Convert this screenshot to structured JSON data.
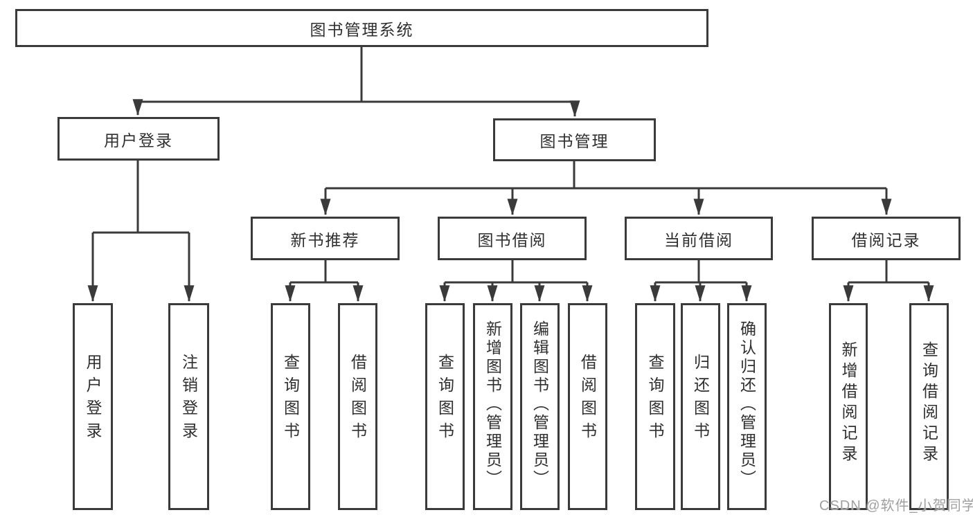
{
  "meta": {
    "diagram_type": "hierarchy-tree",
    "watermark": "CSDN @软件_小贺同学"
  },
  "colors": {
    "line": "#3a3a3a",
    "text": "#2f2f2f",
    "watermark": "#a0a0a0",
    "background": "#ffffff"
  },
  "tree": {
    "root": "图书管理系统",
    "branches": [
      {
        "label": "用户登录",
        "children": [
          "用户登录",
          "注销登录"
        ]
      },
      {
        "label": "图书管理",
        "sections": [
          {
            "label": "新书推荐",
            "children": [
              "查询图书",
              "借阅图书"
            ]
          },
          {
            "label": "图书借阅",
            "children": [
              "查询图书",
              "新增图书（管理员）",
              "编辑图书（管理员）",
              "借阅图书"
            ]
          },
          {
            "label": "当前借阅",
            "children": [
              "查询图书",
              "归还图书",
              "确认归还（管理员）"
            ]
          },
          {
            "label": "借阅记录",
            "children": [
              "新增借阅记录",
              "查询借阅记录"
            ]
          }
        ]
      }
    ]
  }
}
